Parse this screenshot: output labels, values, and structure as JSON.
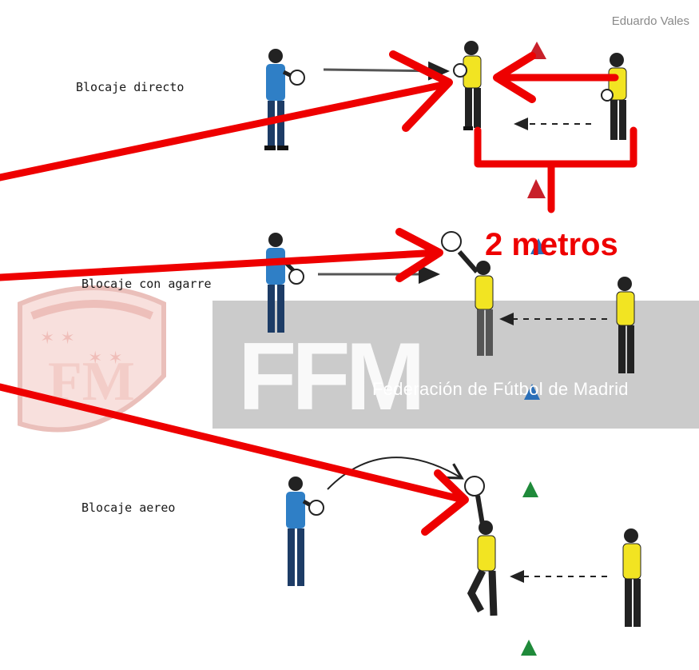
{
  "author": "Eduardo Vales",
  "drills": [
    {
      "label": "Blocaje directo"
    },
    {
      "label": "Blocaje con agarre"
    },
    {
      "label": "Blocaje aereo"
    }
  ],
  "distance_annotation": "2 metros",
  "watermark": {
    "acronym": "FFM",
    "name": "Federación de Fútbol de Madrid"
  },
  "colors": {
    "annotation_red": "#ee0000",
    "keeper_yellow": "#f2e422",
    "thrower_blue": "#2f7fc6",
    "cone_red": "#c8202a",
    "cone_blue": "#2a6fb8",
    "cone_green": "#1f8a3a",
    "banner_gray": "#c8c8c8"
  }
}
